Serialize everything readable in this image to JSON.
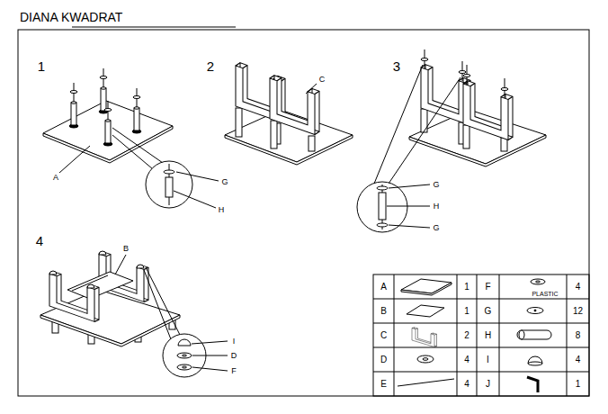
{
  "diagram": {
    "title": "DIANA KWADRAT",
    "labels": [
      "1",
      "A",
      "G",
      "H",
      "2",
      "C",
      "3",
      "G",
      "H",
      "G",
      "4",
      "B",
      "I",
      "D",
      "F",
      "A",
      "1",
      "F",
      "PLASTIC",
      "4",
      "B",
      "1",
      "G",
      "12",
      "C",
      "2",
      "H",
      "8",
      "D",
      "4",
      "I",
      "4",
      "E",
      "4",
      "J",
      "1"
    ]
  }
}
